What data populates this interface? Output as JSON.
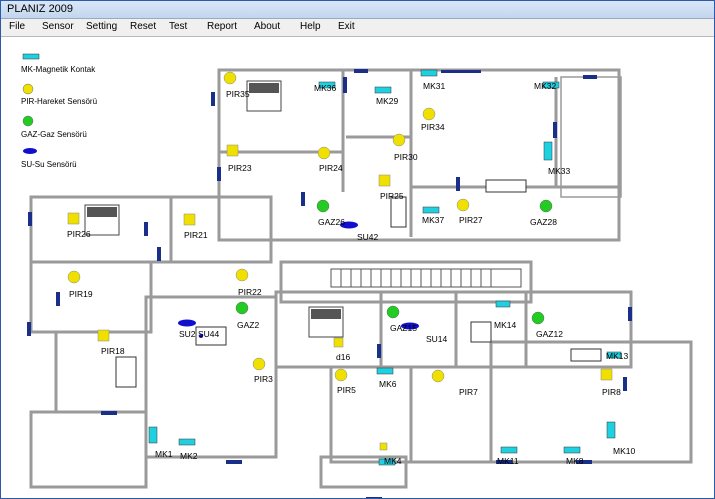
{
  "window": {
    "title": "PLANIZ  2009"
  },
  "menu": [
    "File",
    "Sensor",
    "Setting",
    "Reset",
    "Test",
    "Report",
    "About",
    "Help",
    "Exit"
  ],
  "legend": {
    "mk": "MK-Magnetik Kontak",
    "pir": "PIR-Hareket Sensörü",
    "gaz": "GAZ-Gaz Sensörü",
    "su": "SU-Su Sensörü"
  },
  "colors": {
    "mk": "#1fd0e0",
    "pir": "#f0e000",
    "gaz": "#22cc22",
    "su": "#1010cc",
    "wall": "#9a9a9a",
    "window": "#1a2f8a"
  },
  "mk_sensors": [
    "MK1",
    "MK2",
    "MK4",
    "MK6",
    "MK8",
    "MK10",
    "MK11",
    "MK13",
    "MK14",
    "MK29",
    "MK31",
    "MK32",
    "MK33",
    "MK36",
    "MK37"
  ],
  "pir_sensors": [
    "PIR3",
    "PIR5",
    "PIR7",
    "PIR8",
    "PIR18",
    "PIR19",
    "PIR21",
    "PIR22",
    "PIR23",
    "PIR24",
    "PIR25",
    "PIR26",
    "PIR27",
    "PIR30",
    "PIR34",
    "PIR35"
  ],
  "gaz_sensors": [
    "GAZ2",
    "GAZ12",
    "GAZ15",
    "GAZ26",
    "GAZ28"
  ],
  "su_sensors": [
    "SU2",
    "SU14",
    "SU42",
    "SU44"
  ],
  "extra_labels": [
    "d16"
  ]
}
